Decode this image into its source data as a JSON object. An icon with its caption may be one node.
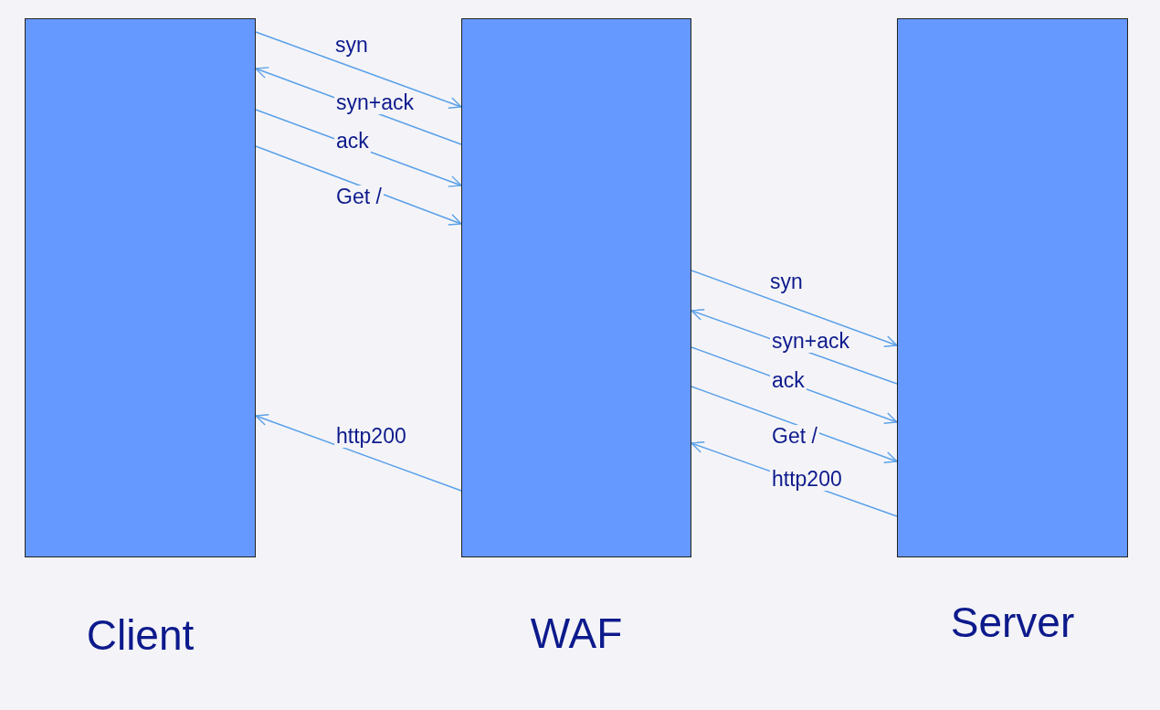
{
  "diagram": {
    "nodes": [
      {
        "text": [
          "Client"
        ]
      },
      {
        "text": [
          "WAF"
        ]
      },
      {
        "text": [
          "Server"
        ]
      }
    ],
    "edges": [
      {
        "from": 0,
        "to": 1,
        "arrow": "to",
        "label": "syn"
      },
      {
        "from": 1,
        "to": 0,
        "arrow": "to",
        "label": "syn+ack"
      },
      {
        "from": 0,
        "to": 1,
        "arrow": "to",
        "label": "ack"
      },
      {
        "from": 0,
        "to": 1,
        "arrow": "to",
        "label": "Get /"
      },
      {
        "from": 1,
        "to": 0,
        "arrow": "to",
        "label": "http200"
      },
      {
        "from": 1,
        "to": 2,
        "arrow": "to",
        "label": "syn"
      },
      {
        "from": 2,
        "to": 1,
        "arrow": "to",
        "label": "syn+ack"
      },
      {
        "from": 1,
        "to": 2,
        "arrow": "to",
        "label": "ack"
      },
      {
        "from": 1,
        "to": 2,
        "arrow": "to",
        "label": "Get /"
      },
      {
        "from": 2,
        "to": 1,
        "arrow": "to",
        "label": "http200"
      }
    ]
  }
}
